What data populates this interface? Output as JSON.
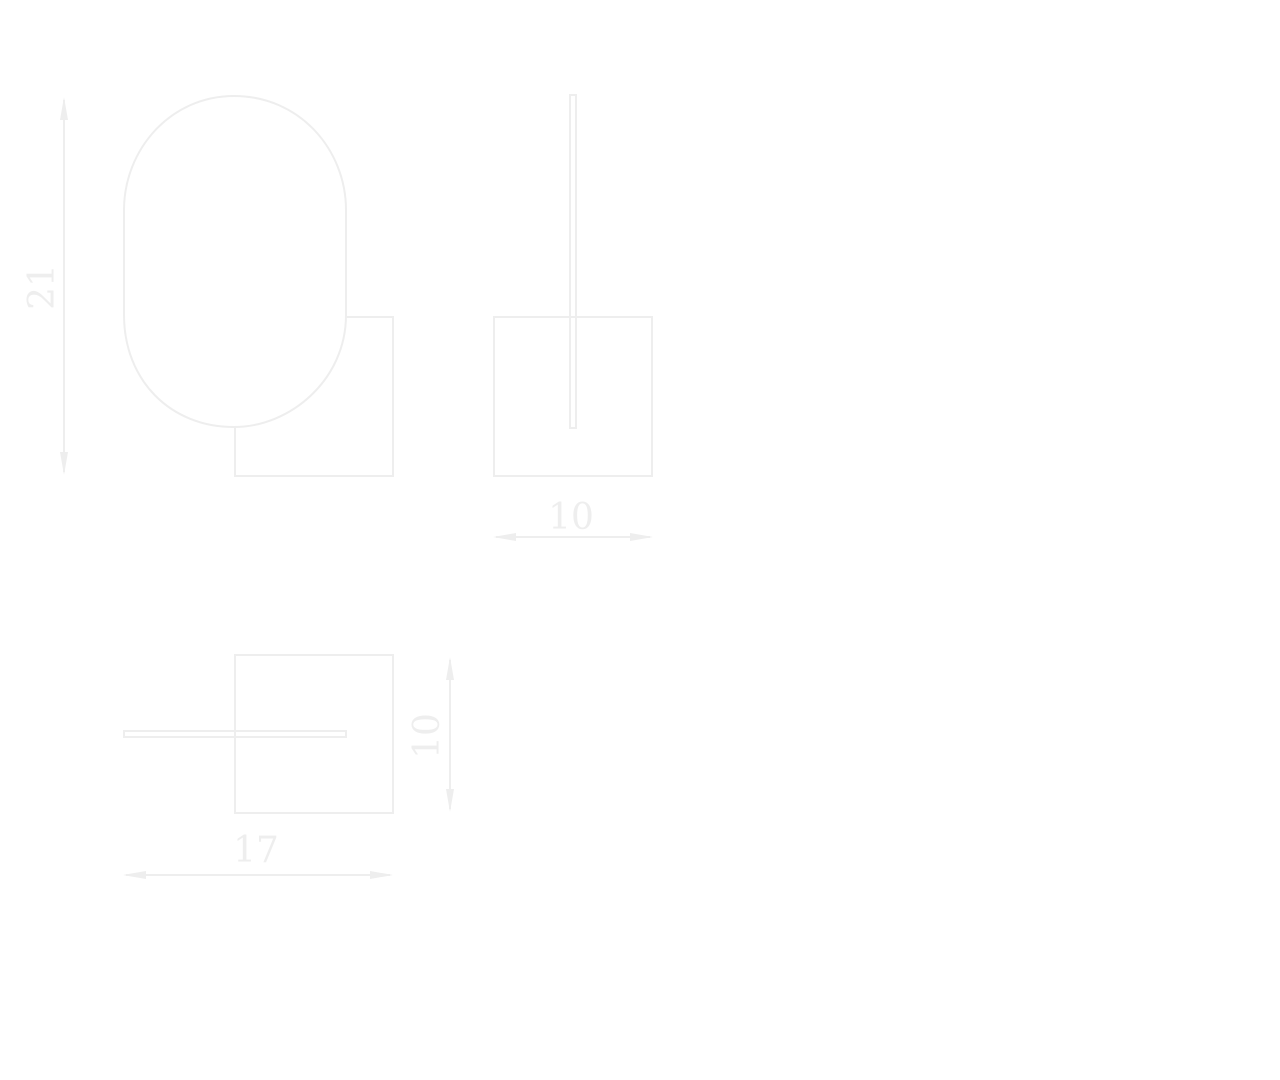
{
  "drawing": {
    "colors": {
      "line": "#eeeeee",
      "background": "#ffffff"
    },
    "dimensions": {
      "front_height": "21",
      "side_width": "10",
      "top_depth": "10",
      "top_width": "17"
    }
  }
}
